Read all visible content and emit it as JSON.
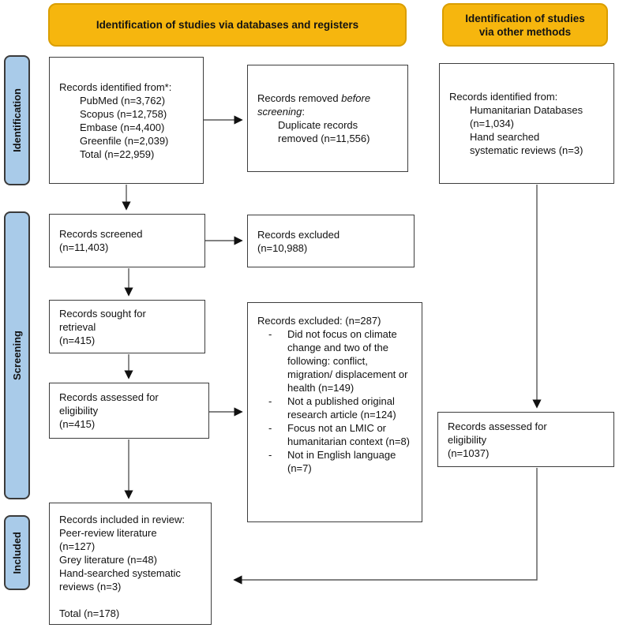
{
  "colors": {
    "header_fill": "#F6B60E",
    "header_border": "#DA9E00",
    "stage_fill": "#A9CBE9",
    "stage_border": "#3B3B3B",
    "box_border": "#3D3D3D",
    "arrow": "#595959",
    "arrowhead": "#111111"
  },
  "headers": {
    "databases": "Identification of studies via databases and registers",
    "other_lines": [
      "Identification of studies",
      "via other methods"
    ]
  },
  "stages": {
    "identification": "Identification",
    "screening": "Screening",
    "included": "Included"
  },
  "boxes": {
    "identified_db": {
      "lines": [
        "Records identified from*:",
        {
          "t": "PubMed (n=3,762)",
          "ind": 1
        },
        {
          "t": "Scopus (n=12,758)",
          "ind": 1
        },
        {
          "t": "Embase (n=4,400)",
          "ind": 1
        },
        {
          "t": "Greenfile (n=2,039)",
          "ind": 1
        },
        {
          "t": "Total (n=22,959)",
          "ind": 1
        }
      ]
    },
    "removed_before": {
      "lines": [
        {
          "parts": [
            {
              "t": "Records removed "
            },
            {
              "t": "before",
              "i": true
            }
          ]
        },
        {
          "parts": [
            {
              "t": "screening",
              "i": true
            },
            {
              "t": ":"
            }
          ]
        },
        {
          "t": "Duplicate records",
          "ind": 1
        },
        {
          "t": "removed (n=11,556)",
          "ind": 1
        }
      ]
    },
    "identified_other": {
      "lines": [
        "Records identified from:",
        {
          "t": "Humanitarian Databases",
          "ind": 1
        },
        {
          "t": "(n=1,034)",
          "ind": 1
        },
        {
          "t": "Hand searched",
          "ind": 1
        },
        {
          "t": "systematic reviews (n=3)",
          "ind": 1
        }
      ]
    },
    "screened": {
      "lines": [
        "Records screened",
        "(n=11,403)"
      ]
    },
    "excluded": {
      "lines": [
        "Records excluded",
        "(n=10,988)"
      ]
    },
    "sought": {
      "lines": [
        "Records sought for",
        "retrieval",
        "(n=415)"
      ]
    },
    "assessed": {
      "lines": [
        "Records assessed for",
        "eligibility",
        "(n=415)"
      ]
    },
    "exclusion_reasons": {
      "lines": [
        "Records excluded: (n=287)",
        {
          "t": "Did not focus on climate change and two of the following: conflict, migration/ displacement or health (n=149)",
          "bullet": true
        },
        {
          "t": "Not a published original research article (n=124)",
          "bullet": true
        },
        {
          "t": "Focus not an LMIC or humanitarian context (n=8)",
          "bullet": true
        },
        {
          "t": "Not in English language (n=7)",
          "bullet": true
        }
      ]
    },
    "included_review": {
      "lines": [
        "Records included in review:",
        "Peer-review literature",
        "(n=127)",
        "Grey literature (n=48)",
        "Hand-searched systematic",
        "reviews (n=3)",
        {
          "blank": true
        },
        "Total (n=178)"
      ]
    },
    "assessed_other": {
      "lines": [
        "Records assessed for",
        "eligibility",
        "(n=1037)"
      ]
    }
  }
}
